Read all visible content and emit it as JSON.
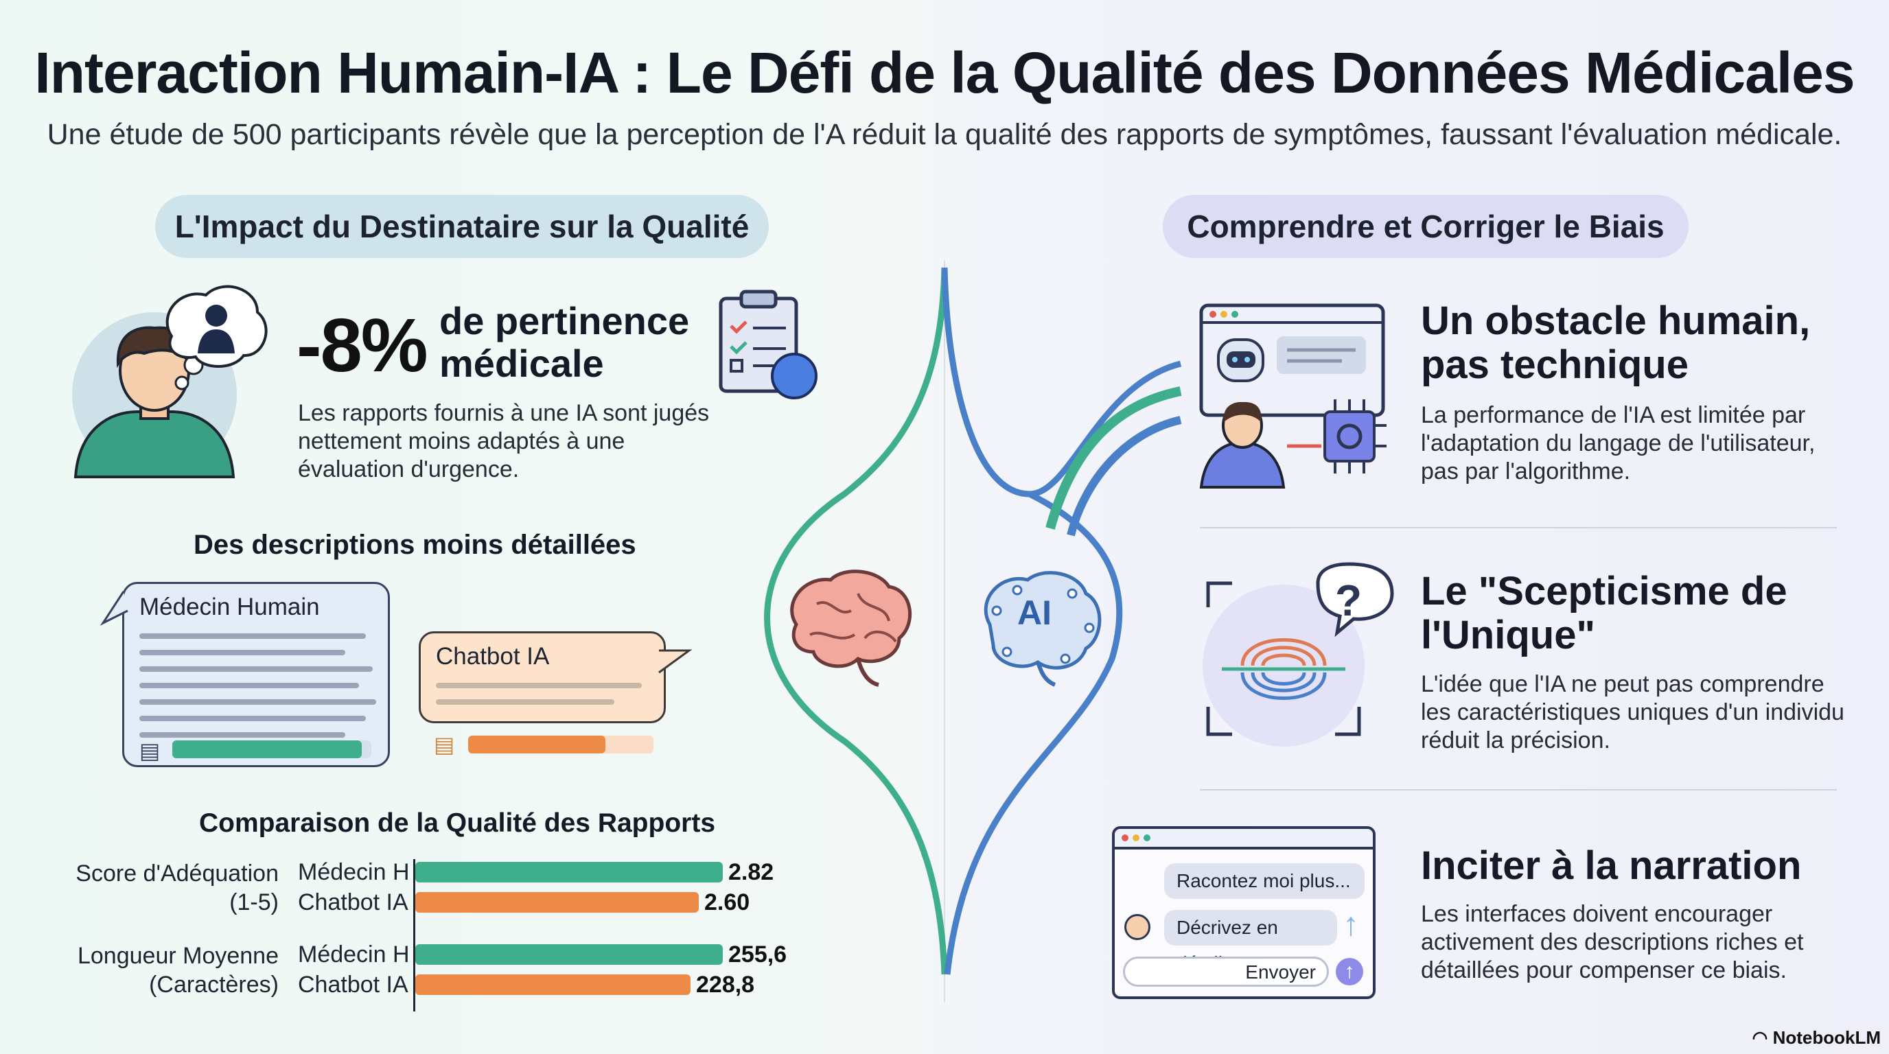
{
  "header": {
    "title": "Interaction Humain-IA : Le Défi de la Qualité des Données Médicales",
    "subtitle": "Une étude de 500 participants révèle que la perception de l'A réduit la qualité des rapports de symptômes, faussant l'évaluation médicale."
  },
  "left": {
    "section_title": "L'Impact du Destinataire sur la Qualité",
    "stat": {
      "value": "-8%",
      "label_line1": "de pertinence",
      "label_line2": "médicale",
      "description": "Les rapports fournis à une IA sont jugés nettement moins adaptés à une évaluation d'urgence."
    },
    "descriptions": {
      "title": "Des descriptions moins détaillées",
      "human_label": "Médecin Humain",
      "bot_label": "Chatbot IA",
      "human_fill": 0.95,
      "bot_fill": 0.74
    },
    "chart_title": "Comparaison de la Qualité des Rapports"
  },
  "chart_data": {
    "type": "bar",
    "title": "Comparaison de la Qualité des Rapports",
    "groups": [
      {
        "category_line1": "Score d'Adéquation",
        "category_line2": "(1-5)",
        "bars": [
          {
            "series": "Médecin H",
            "value": 2.82,
            "label": "2.82"
          },
          {
            "series": "Chatbot IA",
            "value": 2.6,
            "label": "2.60"
          }
        ]
      },
      {
        "category_line1": "Longueur Moyenne",
        "category_line2": "(Caractères)",
        "bars": [
          {
            "series": "Médecin H",
            "value": 255.6,
            "label": "255,6"
          },
          {
            "series": "Chatbot IA",
            "value": 228.8,
            "label": "228,8"
          }
        ]
      }
    ],
    "colors": {
      "Médecin H": "#3fae8c",
      "Chatbot IA": "#ee8a48"
    }
  },
  "right": {
    "section_title": "Comprendre et Corriger le Biais",
    "items": [
      {
        "title_line1": "Un obstacle humain,",
        "title_line2": "pas technique",
        "description": "La performance de l'IA est limitée par l'adaptation du langage de l'utilisateur, pas par l'algorithme."
      },
      {
        "title_line1": "Le \"Scepticisme de",
        "title_line2": "l'Unique\"",
        "description": "L'idée que l'IA ne peut pas comprendre les caractéristiques uniques d'un individu réduit la précision."
      },
      {
        "title_line1": "Inciter à la narration",
        "title_line2": "",
        "description": "Les interfaces doivent encourager activement des descriptions riches et détaillées pour compenser ce biais."
      }
    ],
    "chat_mock": {
      "bubble1": "Racontez moi plus...",
      "bubble2": "Décrivez en détail...",
      "send_label": "Envoyer"
    }
  },
  "center": {
    "ai_label": "AI",
    "question_mark": "?"
  },
  "brand": "NotebookLM",
  "colors": {
    "teal": "#3fae8c",
    "orange": "#ee8a48",
    "blue": "#4a80c8"
  }
}
